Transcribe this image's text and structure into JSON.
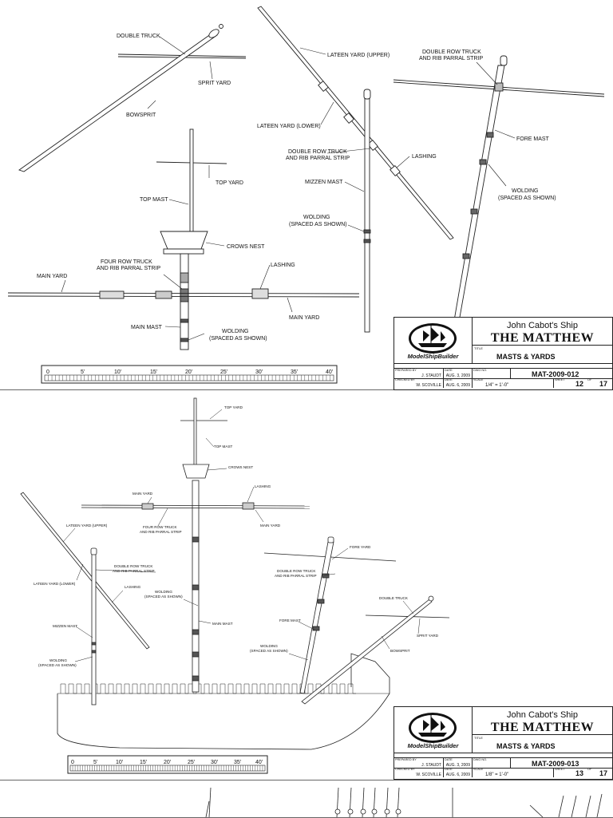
{
  "sheets": [
    {
      "labels": {
        "double_truck": "DOUBLE TRUCK",
        "sprit_yard": "SPRIT YARD",
        "bowsprit": "BOWSPRIT",
        "lateen_upper": "LATEEN YARD (UPPER)",
        "lateen_lower": "LATEEN YARD (LOWER)",
        "double_row_truck_mizzen_1": "DOUBLE ROW TRUCK",
        "double_row_truck_mizzen_2": "AND RIB PARRAL STRIP",
        "lashing_mizzen": "LASHING",
        "mizzen_mast": "MIZZEN MAST",
        "wolding_mizzen_1": "WOLDING",
        "wolding_mizzen_2": "(SPACED AS SHOWN)",
        "double_row_truck_fore_1": "DOUBLE ROW TRUCK",
        "double_row_truck_fore_2": "AND RIB PARRAL STRIP",
        "fore_mast": "FORE MAST",
        "wolding_fore_1": "WOLDING",
        "wolding_fore_2": "(SPACED AS SHOWN)",
        "top_yard": "TOP YARD",
        "top_mast": "TOP MAST",
        "crows_nest": "CROWS NEST",
        "four_row_truck_1": "FOUR ROW TRUCK",
        "four_row_truck_2": "AND RIB PARRAL STRIP",
        "lashing_main": "LASHING",
        "main_yard_left": "MAIN YARD",
        "main_yard_right": "MAIN YARD",
        "main_mast": "MAIN MAST",
        "wolding_main_1": "WOLDING",
        "wolding_main_2": "(SPACED AS SHOWN)"
      },
      "scale_ticks": [
        "0",
        "5'",
        "10'",
        "15'",
        "20'",
        "25'",
        "30'",
        "35'",
        "40'"
      ],
      "title_block": {
        "brand": "ModelShipBuilder",
        "subtitle": "John Cabot's Ship",
        "ship": "THE MATTHEW",
        "title_caption": "TITLE",
        "title": "MASTS & YARDS",
        "prepared_by_caption": "PREPARED BY",
        "prepared_by": "J. STAUDT",
        "date_caption": "DATE",
        "date_prepared": "AUG. 3, 2009",
        "dwg_caption": "DWG NO.",
        "dwg_no": "MAT-2009-012",
        "checked_by_caption": "CHECKED BY",
        "checked_by": "W. SCOVILLE",
        "date_checked": "AUG. 6, 2009",
        "scale_caption": "SCALE",
        "scale": "1/4\" = 1'-0\"",
        "sheet_caption": "SHEET",
        "sheet_no": "12",
        "of_caption": "OF",
        "sheet_total": "17"
      }
    },
    {
      "labels": {
        "top_yard": "TOP YARD",
        "top_mast": "TOP MAST",
        "crows_nest": "CROWS NEST",
        "lashing_main": "LASHING",
        "main_yard_left": "MAIN YARD",
        "main_yard_right": "MAIN YARD",
        "four_row_truck_1": "FOUR ROW TRUCK",
        "four_row_truck_2": "AND RIB PARRAL STRIP",
        "lateen_upper": "LATEEN YARD (UPPER)",
        "lateen_lower": "LATEEN YARD (LOWER)",
        "double_row_truck_mizzen_1": "DOUBLE ROW TRUCK",
        "double_row_truck_mizzen_2": "AND RIB PARRAL STRIP",
        "lashing_mizzen": "LASHING",
        "wolding_main_1": "WOLDING",
        "wolding_main_2": "(SPACED AS SHOWN)",
        "mizzen_mast": "MIZZEN MAST",
        "wolding_mizzen_1": "WOLDING",
        "wolding_mizzen_2": "(SPACED AS SHOWN)",
        "main_mast": "MAIN MAST",
        "fore_yard": "FORE YARD",
        "double_row_truck_fore_1": "DOUBLE ROW TRUCK",
        "double_row_truck_fore_2": "AND RIB PARRAL STRIP",
        "fore_mast": "FORE MAST",
        "wolding_fore_1": "WOLDING",
        "wolding_fore_2": "(SPACED AS SHOWN)",
        "double_truck": "DOUBLE TRUCK",
        "sprit_yard": "SPRIT YARD",
        "bowsprit": "BOWSPRIT"
      },
      "scale_ticks": [
        "0",
        "5'",
        "10'",
        "15'",
        "20'",
        "25'",
        "30'",
        "35'",
        "40'"
      ],
      "title_block": {
        "brand": "ModelShipBuilder",
        "subtitle": "John Cabot's Ship",
        "ship": "THE MATTHEW",
        "title_caption": "TITLE",
        "title": "MASTS & YARDS",
        "prepared_by_caption": "PREPARED BY",
        "prepared_by": "J. STAUDT",
        "date_caption": "DATE",
        "date_prepared": "AUG. 3, 2009",
        "dwg_caption": "DWG NO.",
        "dwg_no": "MAT-2009-013",
        "checked_by_caption": "CHECKED BY",
        "checked_by": "W. SCOVILLE",
        "date_checked": "AUG. 6, 2009",
        "scale_caption": "SCALE",
        "scale": "1/8\" = 1'-0\"",
        "sheet_caption": "SHEET",
        "sheet_no": "13",
        "of_caption": "OF",
        "sheet_total": "17"
      }
    }
  ]
}
